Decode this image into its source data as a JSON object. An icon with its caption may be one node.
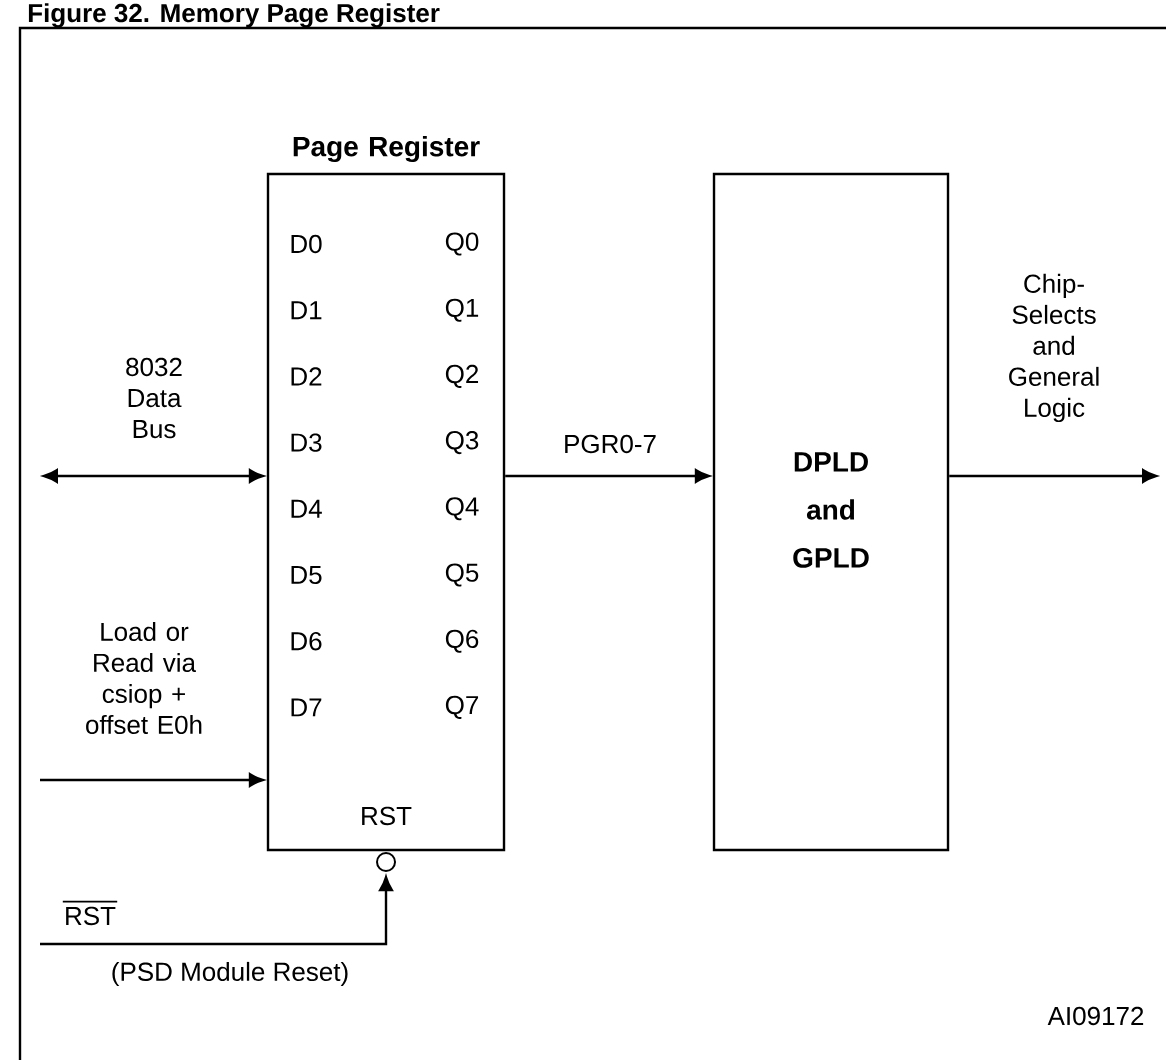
{
  "diagram": {
    "title": "Figure 32. Memory Page Register",
    "nodes": [
      {
        "text": [
          "Page Register"
        ]
      },
      {
        "text": [
          "DPLD and GPLD"
        ]
      }
    ],
    "edges": [
      {
        "from": null,
        "to": 0,
        "arrow": "both",
        "label": "8032 Data Bus"
      },
      {
        "from": null,
        "to": 0,
        "arrow": "to",
        "label": "Load or Read via csiop + offset E0h"
      },
      {
        "from": 0,
        "to": 1,
        "arrow": "to",
        "label": "PGR0-7"
      },
      {
        "from": 1,
        "to": null,
        "arrow": "to",
        "label": "Chip-Selects and General Logic"
      },
      {
        "from": null,
        "to": 0,
        "arrow": "to",
        "label": "RST"
      }
    ],
    "labels": [
      "D0",
      "Q0",
      "D1",
      "Q1",
      "D2",
      "Q2",
      "D3",
      "Q3",
      "D4",
      "Q4",
      "D5",
      "Q5",
      "D6",
      "Q6",
      "D7",
      "Q7",
      "RST",
      "(PSD Module Reset)",
      "AI09172"
    ]
  }
}
